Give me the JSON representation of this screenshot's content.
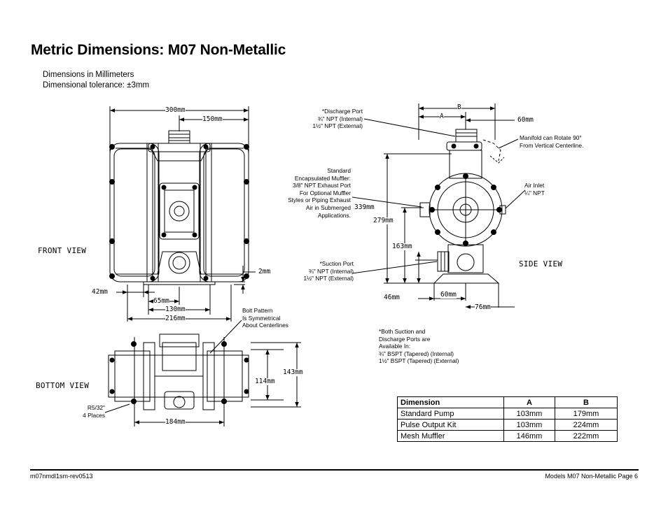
{
  "page": {
    "title": "Metric Dimensions: M07 Non-Metallic",
    "notes": [
      "Dimensions in Millimeters",
      "Dimensional tolerance: ±3mm"
    ],
    "footer_left": "m07nmdl1sm-rev0513",
    "footer_right": "Models M07 Non-Metallic Page 6"
  },
  "views": {
    "front": "FRONT  VIEW",
    "side": "SIDE  VIEW",
    "bottom": "BOTTOM  VIEW"
  },
  "front_dims": {
    "d300": "300mm",
    "d150": "150mm",
    "d2": "2mm",
    "d42": "42mm",
    "d65": "65mm",
    "d130": "130mm",
    "d216": "216mm"
  },
  "side_dims": {
    "B": "B",
    "A": "A",
    "d60top": "60mm",
    "d339": "339mm",
    "d279": "279mm",
    "d163": "163mm",
    "d46": "46mm",
    "d60bot": "60mm",
    "d76": "76mm"
  },
  "bottom_dims": {
    "d143": "143mm",
    "d114": "114mm",
    "d184": "184mm"
  },
  "callouts": {
    "discharge": [
      "*Discharge Port",
      "¾\" NPT (Internal)",
      "1½\" NPT (External)"
    ],
    "muffler": [
      "Standard",
      "Encapsulated Muffler:",
      "3/8\" NPT Exhaust Port",
      "For Optional Muffler",
      "Styles or Piping Exhaust",
      "Air in Submerged",
      "Applications."
    ],
    "manifold": [
      "Manifold can Rotate 90°",
      "From Vertical Centerline."
    ],
    "air_inlet": [
      "Air Inlet",
      "¼\" NPT"
    ],
    "suction": [
      "*Suction Port",
      "¾\" NPT (Internal)",
      "1½\" NPT (External)"
    ],
    "bolt_pattern": [
      "Bolt Pattern",
      "Is Symmetrical",
      "About Centerlines"
    ],
    "both_ports": [
      "*Both Suction and",
      "Discharge Ports are",
      "Available In:",
      "¾\" BSPT (Tapered) (Internal)",
      "1½\" BSPT (Tapered) (External)"
    ],
    "radius": [
      "R5/32\"",
      "4 Places"
    ]
  },
  "table": {
    "headers": [
      "Dimension",
      "A",
      "B"
    ],
    "rows": [
      {
        "name": "Standard Pump",
        "a": "103mm",
        "b": "179mm"
      },
      {
        "name": "Pulse Output Kit",
        "a": "103mm",
        "b": "224mm"
      },
      {
        "name": "Mesh Muffler",
        "a": "146mm",
        "b": "222mm"
      }
    ]
  }
}
